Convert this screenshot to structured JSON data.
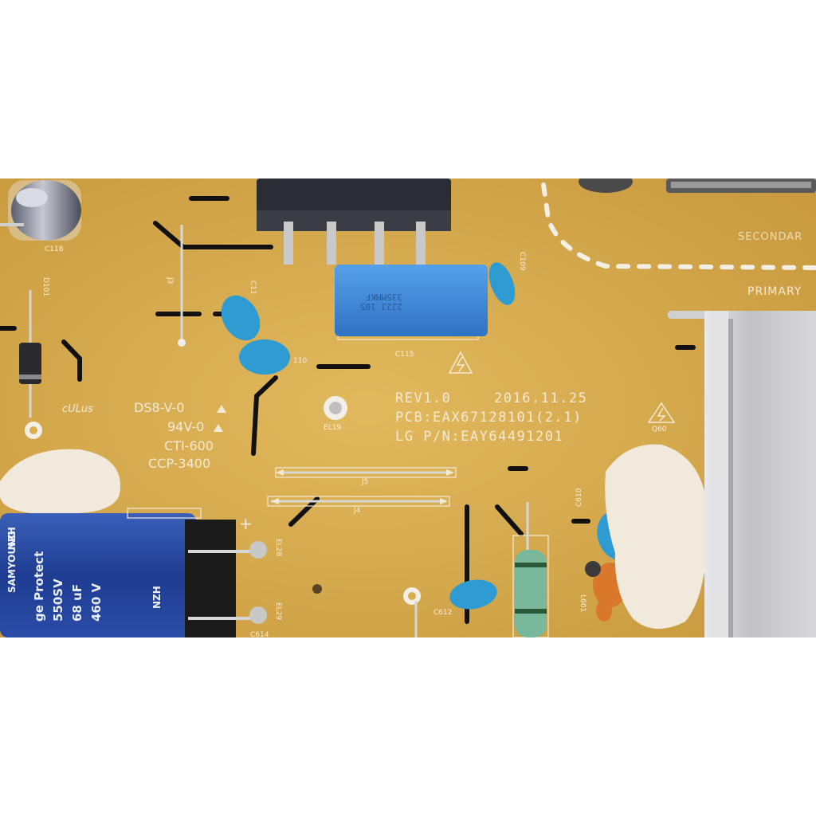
{
  "board": {
    "rev": "REV1.0",
    "date": "2016.11.25",
    "pcb": "PCB:EAX67128101(2.1)",
    "part_number": "LG P/N:EAY64491201",
    "rating_ds8": "DS8-V-0",
    "rating_94v": "94V-0",
    "cti": "CTI-600",
    "ccp": "CCP-3400",
    "primary": "PRIMARY",
    "secondary": "SECONDAR",
    "ul_mark": "cULus"
  },
  "refdes": {
    "c118": "C118",
    "d101": "D101",
    "j3": "J3",
    "c11": "C11",
    "c110": "110",
    "c115": "C115",
    "c109": "C109",
    "el19": "EL19",
    "j5": "J5",
    "j4": "J4",
    "c610": "C610",
    "el28": "EL28",
    "el29": "EL29",
    "c614": "C614",
    "c612": "C612",
    "l601": "L601",
    "q60": "Q60"
  },
  "bulk_cap": {
    "brand": "SAMYOUNG",
    "series": "NZH",
    "line1": "ge Protect",
    "line2": "550SV",
    "line3": "68 uF",
    "line4": "460 V"
  },
  "film_cap": {
    "line1": "2J2J 105",
    "line2": "335MMKF"
  },
  "colors": {
    "board": "#d9ae52",
    "silkscreen": "#f3ead6",
    "film_cap": "#3f88d8",
    "ceramic_cap": "#2f9bd3",
    "bulk_cap": "#1d3f95",
    "heatsink": "#c9c9cb"
  }
}
